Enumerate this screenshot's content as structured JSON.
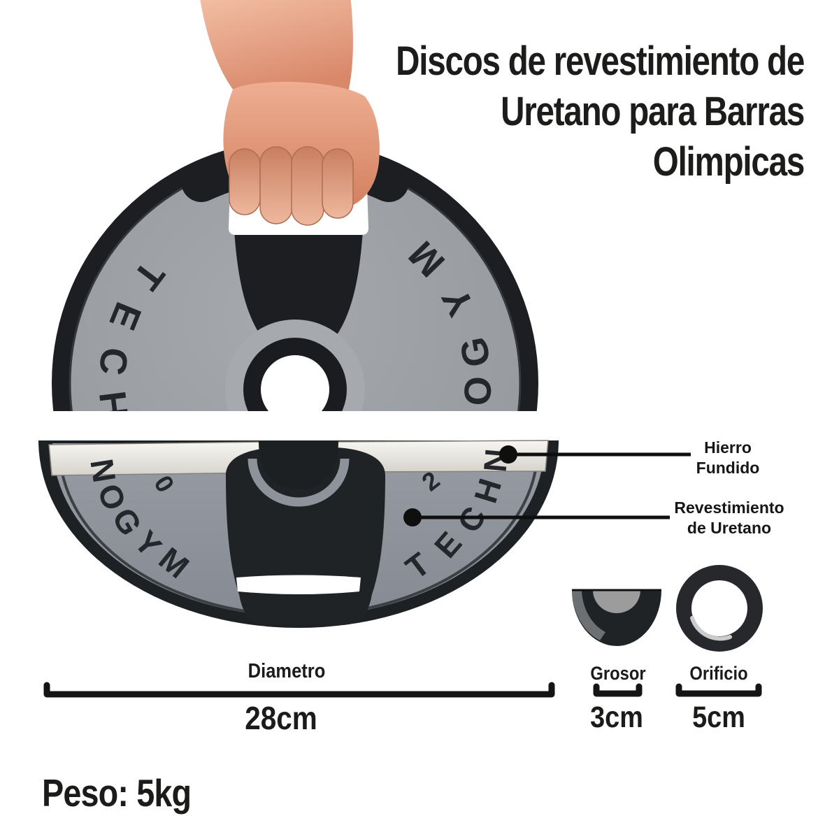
{
  "title": {
    "lines": [
      "Discos de revestimiento de",
      "Uretano para Barras",
      "Olimpicas"
    ]
  },
  "brand": {
    "name": "TECHNOGYM",
    "plate_digit_left": "0",
    "plate_digit_right": "2"
  },
  "annotations": {
    "iron": {
      "line1": "Hierro",
      "line2": "Fundido"
    },
    "urethane": {
      "line1": "Revestimiento",
      "line2": "de Uretano"
    }
  },
  "measurements": {
    "diameter": {
      "label": "Diametro",
      "value": "28cm"
    },
    "thickness": {
      "label": "Grosor",
      "value": "3cm"
    },
    "hole": {
      "label": "Orificio",
      "value": "5cm"
    }
  },
  "weight": {
    "text": "Peso: 5kg"
  },
  "colors": {
    "text": "#1b1b19",
    "plate_gray": "#9da0a5",
    "section_gray": "#8e939b",
    "plate_black": "#1c1e21",
    "iron_white": "#f6f4f0",
    "skin": "#e59a7e",
    "leader": "#0f0f0f"
  }
}
